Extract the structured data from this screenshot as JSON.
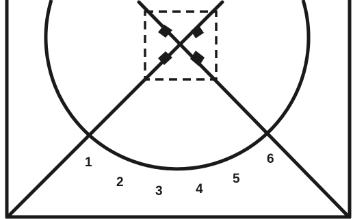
{
  "diagram": {
    "colors": {
      "stroke": "#1a1a1a",
      "background": "#ffffff"
    },
    "labels": [
      {
        "id": "1",
        "text": "1"
      },
      {
        "id": "2",
        "text": "2"
      },
      {
        "id": "3",
        "text": "3"
      },
      {
        "id": "4",
        "text": "4"
      },
      {
        "id": "5",
        "text": "5"
      },
      {
        "id": "6",
        "text": "6"
      }
    ]
  }
}
